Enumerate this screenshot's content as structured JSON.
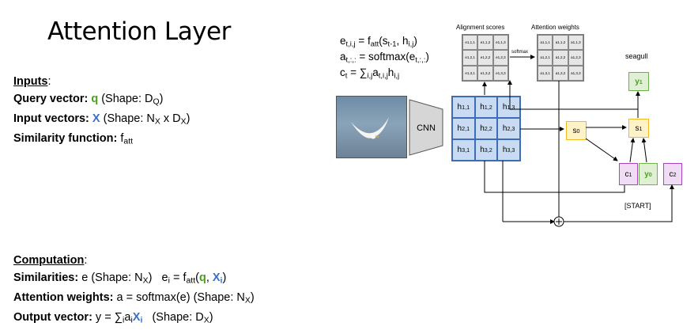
{
  "title": "Attention Layer",
  "inputs": {
    "header": "Inputs",
    "query": {
      "label": "Query vector",
      "sym": "q",
      "shape_pre": "(Shape: D",
      "shape_sub": "Q",
      "shape_post": ")"
    },
    "input": {
      "label": "Input vectors",
      "sym": "X",
      "shape_pre": "(Shape: N",
      "shape_sub1": "X",
      "shape_mid": " x D",
      "shape_sub2": "X",
      "shape_post": ")"
    },
    "sim": {
      "label": "Similarity function",
      "sym": "f",
      "sym_sub": "att"
    }
  },
  "computation": {
    "header": "Computation",
    "similarities": {
      "label": "Similarities",
      "text": "e (Shape: N",
      "sub": "X",
      "post": ")",
      "eq_pre": "e",
      "eq_i": "i",
      "eq_mid": " = f",
      "eq_att": "att",
      "q": "q",
      "X": "X",
      "X_i": "i"
    },
    "weights": {
      "label": "Attention weights",
      "text": "a = softmax(e)  (Shape: N",
      "sub": "X",
      "post": ")"
    },
    "output": {
      "label": "Output vector",
      "text_pre": "y = ∑",
      "sub_i": "i",
      "a": "a",
      "a_i": "i",
      "X": "X",
      "X_i": "i",
      "shape_pre": "(Shape: D",
      "shape_sub": "X",
      "shape_post": ")"
    }
  },
  "equations": {
    "e": {
      "lhs": "e",
      "lhs_sub": "t,i,j",
      "mid": " = f",
      "mid_sub": "att",
      "arg1": "(s",
      "arg1_sub": "t-1",
      "arg2": ", h",
      "arg2_sub": "i,j",
      "end": ")"
    },
    "a": {
      "lhs": "a",
      "lhs_sub": "t,:,:",
      "mid": " = softmax(e",
      "mid_sub": "t,:,:",
      "end": ")"
    },
    "c": {
      "lhs": "c",
      "lhs_sub": "t",
      "mid": " = ∑",
      "mid_sub": "i,j",
      "a": "a",
      "a_sub": "t,i,j",
      "h": "h",
      "h_sub": "i,j"
    }
  },
  "diagram": {
    "alignment_label": "Alignment scores",
    "attention_label": "Attention weights",
    "softmax_label": "softmax",
    "cnn_label": "CNN",
    "seagull_label": "seagull",
    "start_label": "[START]",
    "e_cells": [
      "e1,1,1",
      "e1,1,2",
      "e1,1,3",
      "e1,2,1",
      "e1,2,2",
      "e1,2,3",
      "e1,3,1",
      "e1,3,2",
      "e1,3,3"
    ],
    "a_cells": [
      "a1,1,1",
      "a1,1,2",
      "a1,1,3",
      "a1,2,1",
      "a1,2,2",
      "a1,2,3",
      "a1,3,1",
      "a1,3,2",
      "a1,3,3"
    ],
    "h_cells": [
      {
        "b": "h",
        "s": "1,1"
      },
      {
        "b": "h",
        "s": "1,2"
      },
      {
        "b": "h",
        "s": "1,3"
      },
      {
        "b": "h",
        "s": "2,1"
      },
      {
        "b": "h",
        "s": "2,2"
      },
      {
        "b": "h",
        "s": "2,3"
      },
      {
        "b": "h",
        "s": "3,1"
      },
      {
        "b": "h",
        "s": "3,2"
      },
      {
        "b": "h",
        "s": "3,3"
      }
    ],
    "s0": {
      "b": "s",
      "s": "0"
    },
    "s1": {
      "b": "s",
      "s": "1"
    },
    "y1": {
      "b": "y",
      "s": "1"
    },
    "c1": {
      "b": "c",
      "s": "1"
    },
    "y0": {
      "b": "y",
      "s": "0"
    },
    "c2": {
      "b": "c",
      "s": "2"
    }
  },
  "colors": {
    "green": "#4aa21a",
    "blue": "#3a6fc4",
    "h_fill": "#c9dbf2",
    "yellow_border": "#f2b824",
    "purple_border": "#a645c0"
  }
}
